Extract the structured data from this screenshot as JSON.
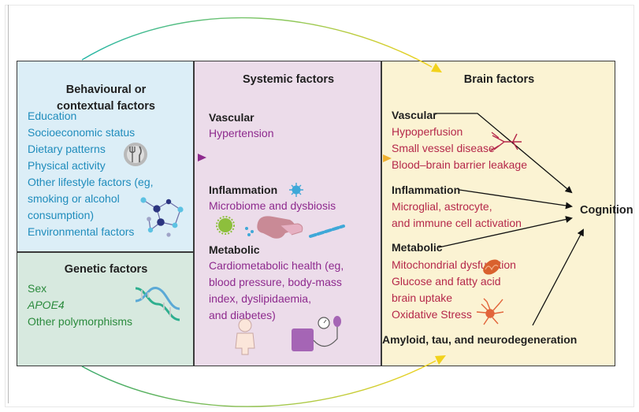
{
  "behavioural": {
    "title": [
      "Behavioural or",
      "contextual factors"
    ],
    "items": [
      "Education",
      "Socioeconomic status",
      "Dietary patterns",
      "Physical activity",
      "Other lifestyle factors (eg,",
      "smoking or alcohol",
      "consumption)",
      "Environmental factors"
    ]
  },
  "genetic": {
    "title": "Genetic factors",
    "items": [
      "Sex",
      "APOE4",
      "Other polymorphisms"
    ]
  },
  "systemic": {
    "title": "Systemic factors",
    "vascular": {
      "label": "Vascular",
      "items": [
        "Hypertension"
      ]
    },
    "inflammation": {
      "label": "Inflammation",
      "items": [
        "Microbiome and dysbiosis"
      ]
    },
    "metabolic": {
      "label": "Metabolic",
      "items": [
        "Cardiometabolic health (eg,",
        "blood pressure, body-mass",
        "index, dyslipidaemia,",
        "and diabetes)"
      ]
    }
  },
  "brain": {
    "title": "Brain factors",
    "vascular": {
      "label": "Vascular",
      "items": [
        "Hypoperfusion",
        "Small vessel disease",
        "Blood–brain barrier leakage"
      ]
    },
    "inflammation": {
      "label": "Inflammation",
      "items": [
        "Microglial, astrocyte,",
        "and immune cell activation"
      ]
    },
    "metabolic": {
      "label": "Metabolic",
      "items": [
        "Mitochondrial dysfunction",
        "Glucose and fatty acid",
        "brain uptake",
        "Oxidative Stress"
      ]
    },
    "amyloid": {
      "label": "Amyloid, tau, and neurodegeneration"
    }
  },
  "outcome": {
    "label": "Cognition"
  },
  "colors": {
    "behavioural_bg": "#dceef7",
    "genetic_bg": "#d7e9df",
    "systemic_bg": "#ecdcea",
    "brain_bg": "#fbf3d3",
    "behavioural_text": "#1f8cbc",
    "genetic_text": "#2a8a3c",
    "systemic_text": "#8e2a8e",
    "brain_text": "#b5284a"
  },
  "icons": [
    "fork-knife-plate-icon",
    "network-icon",
    "dna-icon",
    "virus-icon",
    "bacteria-icon",
    "gut-icon",
    "child-figure-icon",
    "blood-pressure-monitor-icon",
    "vessel-branch-icon",
    "mitochondrion-icon",
    "astrocyte-icon"
  ]
}
